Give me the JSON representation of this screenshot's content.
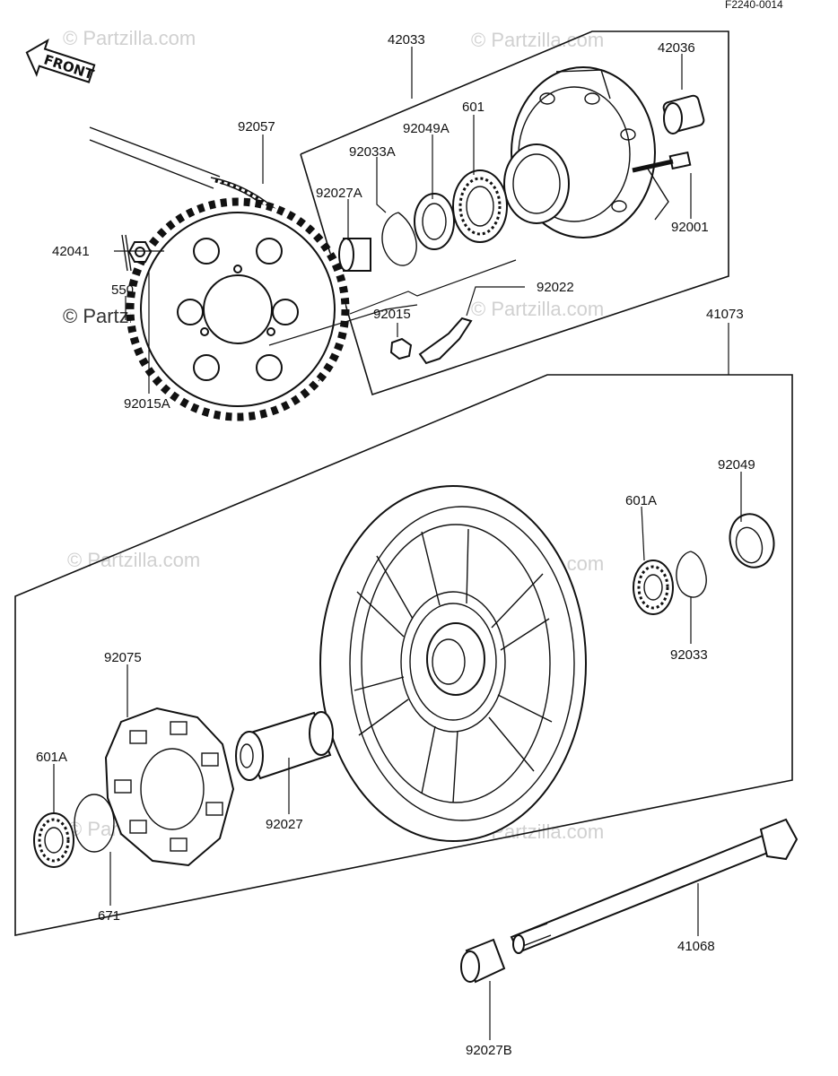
{
  "diagram": {
    "code": "F2240-0014",
    "front_label": "FRONT",
    "watermarks": [
      "© Partzilla.com",
      "© Partzilla.com",
      "© Partzilla.com",
      "© Partzilla.com",
      "© Partzilla.com",
      "© Partzilla.com",
      "© Partzilla.com",
      "© Partzilla.com"
    ],
    "callouts": {
      "c42033": "42033",
      "c42036": "42036",
      "c92057": "92057",
      "c601": "601",
      "c92049A": "92049A",
      "c92033A": "92033A",
      "c92027A": "92027A",
      "c92001": "92001",
      "c42041": "42041",
      "c550": "550",
      "c92022": "92022",
      "c92015": "92015",
      "c92015A": "92015A",
      "c41073": "41073",
      "c92049": "92049",
      "c601A_right": "601A",
      "c92033": "92033",
      "c92075": "92075",
      "c601A_left": "601A",
      "c92027": "92027",
      "c671": "671",
      "c41068": "41068",
      "c92027B": "92027B"
    }
  }
}
